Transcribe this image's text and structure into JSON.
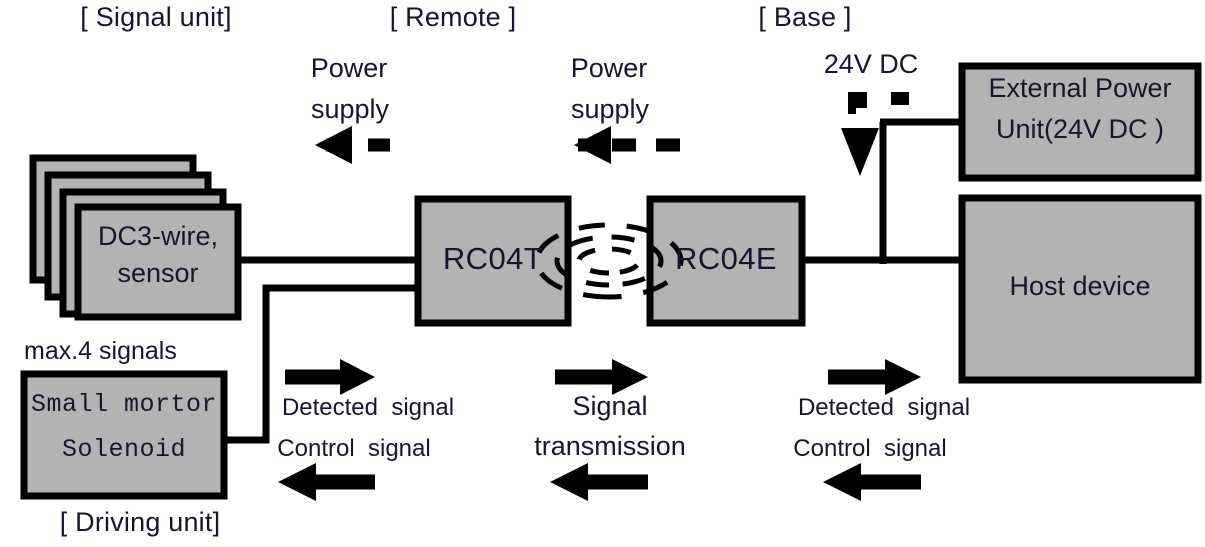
{
  "diagram": {
    "title": "RC04 wireless signal transmission system block diagram",
    "colors": {
      "box_fill": "#b3b3b3",
      "stroke": "#000000",
      "text": "#16162c",
      "background": "#ffffff"
    }
  },
  "sections": {
    "signal_unit": "[ Signal unit]",
    "remote": "[ Remote ]",
    "base": "[ Base ]",
    "driving_unit": "[ Driving unit]"
  },
  "boxes": {
    "sensor": {
      "line1": "DC3-wire,",
      "line2": "sensor",
      "stack_count": 4
    },
    "driving": {
      "line1": "Small mortor",
      "line2": "Solenoid"
    },
    "remote_module": "RC04T",
    "base_module": "RC04E",
    "external_power": {
      "line1": "External Power",
      "line2": "Unit(24V DC )"
    },
    "host": "Host device"
  },
  "annotations": {
    "max_signals": "max.4 signals",
    "power_supply_left": {
      "line1": "Power",
      "line2": "supply"
    },
    "power_supply_right": {
      "line1": "Power",
      "line2": "supply"
    },
    "dc_input": "24V DC",
    "flow_left": {
      "line1": "Detected  signal",
      "line2": "Control  signal"
    },
    "flow_middle": {
      "line1": "Signal",
      "line2": "transmission"
    },
    "flow_right": {
      "line1": "Detected  signal",
      "line2": "Control  signal"
    }
  }
}
